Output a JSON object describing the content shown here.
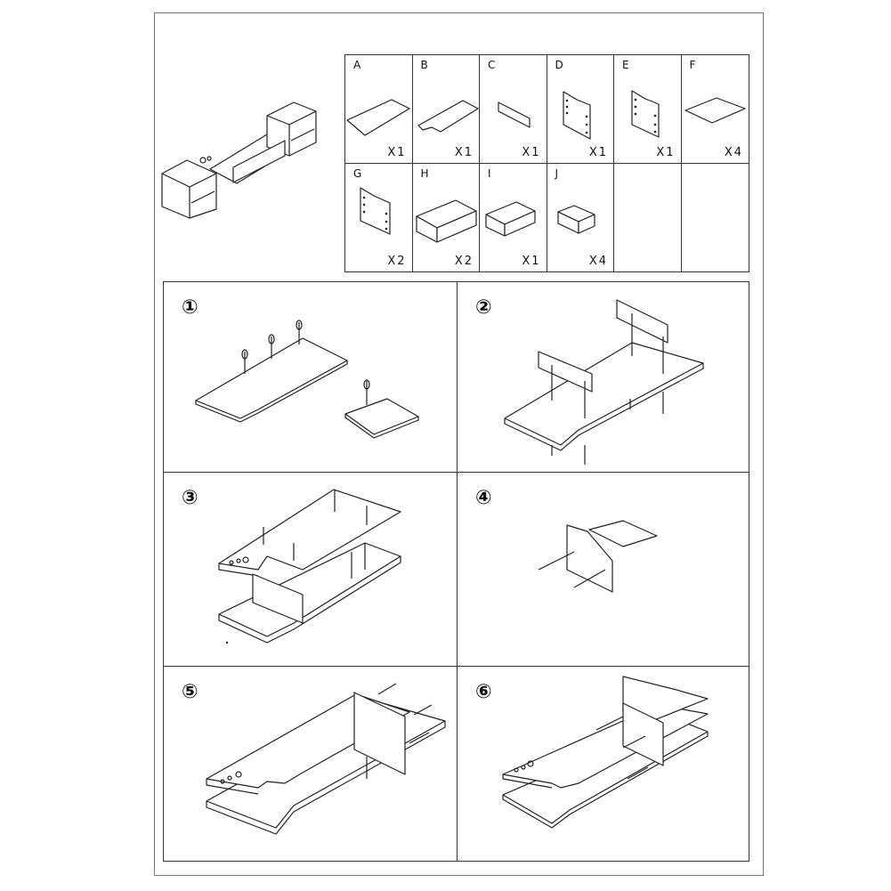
{
  "parts": [
    {
      "letter": "A",
      "qty": "X1"
    },
    {
      "letter": "B",
      "qty": "X1"
    },
    {
      "letter": "C",
      "qty": "X1"
    },
    {
      "letter": "D",
      "qty": "X1"
    },
    {
      "letter": "E",
      "qty": "X1"
    },
    {
      "letter": "F",
      "qty": "X4"
    },
    {
      "letter": "G",
      "qty": "X2"
    },
    {
      "letter": "H",
      "qty": "X2"
    },
    {
      "letter": "I",
      "qty": "X1"
    },
    {
      "letter": "J",
      "qty": "X4"
    },
    {
      "letter": "",
      "qty": ""
    },
    {
      "letter": "",
      "qty": ""
    }
  ],
  "steps": [
    {
      "number": "①"
    },
    {
      "number": "②"
    },
    {
      "number": "③"
    },
    {
      "number": "④"
    },
    {
      "number": "⑤"
    },
    {
      "number": "⑥"
    }
  ]
}
